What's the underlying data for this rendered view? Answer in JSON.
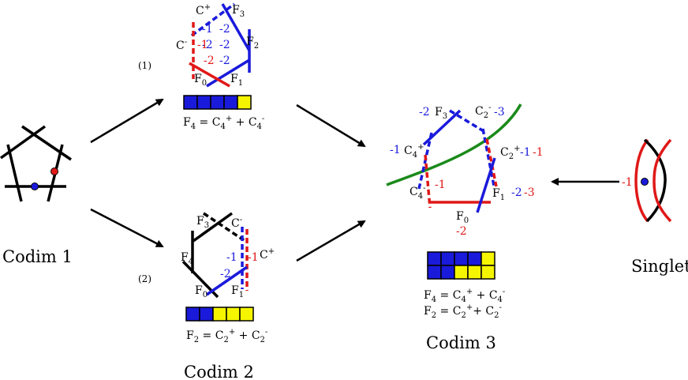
{
  "captions": {
    "codim1": "Codim 1",
    "codim2": "Codim 2",
    "codim3": "Codim 3",
    "singlet": "Singlet"
  },
  "paths": {
    "path1": "(1)",
    "path2": "(2)"
  },
  "colors": {
    "blue": "#1a1adb",
    "red": "#e01818",
    "green": "#1a8a1a",
    "yellow": "#f5f500",
    "black": "#000000"
  },
  "top_panel": {
    "labels": {
      "c_plus": "C",
      "c_plus_sup": "+",
      "c_minus": "C",
      "c_minus_sup": "-",
      "f3": "F",
      "f3_sub": "3",
      "f2": "F",
      "f2_sub": "2",
      "f0": "F",
      "f0_sub": "0",
      "f1": "F",
      "f1_sub": "1"
    },
    "numbers": {
      "b1": "-1",
      "b2": "-2",
      "b3": "-2",
      "b4": "-2",
      "b5": "-2",
      "r1": "-1",
      "r2": "-2"
    },
    "bar": [
      "blue",
      "blue",
      "blue",
      "blue",
      "yellow"
    ],
    "equation": {
      "lhs": "F",
      "lhs_sub": "4",
      "eq": " = C",
      "t1_sub": "4",
      "t1_sup": "+",
      "plus": " + C",
      "t2_sub": "4",
      "t2_sup": "-"
    }
  },
  "bottom_panel": {
    "labels": {
      "c_minus": "C",
      "c_minus_sup": "-",
      "c_plus": "C",
      "c_plus_sup": "+",
      "f3": "F",
      "f3_sub": "3",
      "f4": "F",
      "f4_sub": "4",
      "f0": "F",
      "f0_sub": "0",
      "f1": "F",
      "f1_sub": "1"
    },
    "numbers": {
      "b1": "-1",
      "b2": "-2",
      "r1": "-1"
    },
    "bar": [
      "blue",
      "blue",
      "yellow",
      "yellow",
      "yellow"
    ],
    "equation": {
      "lhs": "F",
      "lhs_sub": "2",
      "eq": " = C",
      "t1_sub": "2",
      "t1_sup": "+",
      "plus": " + C",
      "t2_sub": "2",
      "t2_sup": "-"
    }
  },
  "right_panel": {
    "labels": {
      "f3": "F",
      "f3_sub": "3",
      "c2_minus": "C",
      "c2_minus_sub": "2",
      "c2_minus_sup": "-",
      "c4_plus": "C",
      "c4_plus_sub": "4",
      "c4_plus_sup": "+",
      "c2_plus": "C",
      "c2_plus_sub": "2",
      "c2_plus_sup": "+",
      "c4_minus": "C",
      "c4_minus_sub": "4",
      "c4_minus_sup": "-",
      "f1": "F",
      "f1_sub": "1",
      "f0": "F",
      "f0_sub": "0"
    },
    "numbers": {
      "n_top_left": "-2",
      "n_top_right": "-3",
      "n_left": "-1",
      "n_right_blue": "-1",
      "n_right_red": "-1",
      "n_inner_red": "-1",
      "n_f1_blue": "-2",
      "n_f1_red": "-3",
      "n_f0_red": "-2"
    },
    "bar_top": [
      "blue",
      "blue",
      "blue",
      "blue",
      "yellow"
    ],
    "bar_bottom": [
      "blue",
      "blue",
      "yellow",
      "yellow",
      "yellow"
    ],
    "equation1": {
      "lhs": "F",
      "lhs_sub": "4",
      "eq": " = C",
      "t1_sub": "4",
      "t1_sup": "+",
      "plus": " + C",
      "t2_sub": "4",
      "t2_sup": "-"
    },
    "equation2": {
      "lhs": "F",
      "lhs_sub": "2",
      "eq": " = C",
      "t1_sub": "2",
      "t1_sup": "+",
      "plus": "+ C",
      "t2_sub": "2",
      "t2_sup": "-"
    }
  },
  "singlet_panel": {
    "number": "-1"
  }
}
